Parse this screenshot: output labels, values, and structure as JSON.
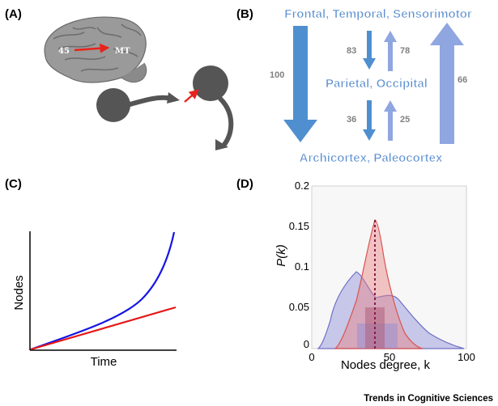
{
  "panels": {
    "a": {
      "label": "(A)",
      "brain_from": "45",
      "brain_to": "MT",
      "colors": {
        "node": "#555555",
        "arrow": "#e8231b",
        "cortex": "#9a9a9a"
      }
    },
    "b": {
      "label": "(B)",
      "top": "Frontal, Temporal, Sensorimotor",
      "middle": "Parietal, Occipital",
      "bottom": "Archicortex, Paleocortex",
      "n_top_bottom": "100",
      "n_top_mid": "83",
      "n_mid_top": "78",
      "n_bottom_top": "66",
      "n_mid_bottom": "36",
      "n_bottom_mid": "25",
      "colors": {
        "down": "#4f8fd0",
        "up": "#8fa6e0"
      }
    },
    "c": {
      "label": "(C)",
      "ylabel": "Nodes",
      "xlabel": "Time",
      "colors": {
        "curve": "#1515e6",
        "line": "#e61515"
      }
    },
    "d": {
      "label": "(D)",
      "xlabel": "Nodes degree, k",
      "ylabel": "P(k)",
      "yticks": [
        "0.2",
        "0.15",
        "0.1",
        "0.05",
        "0"
      ],
      "xticks": [
        "0",
        "50",
        "100"
      ],
      "colors": {
        "red": "#d9534f",
        "blue": "#6f6fc8",
        "median": "#8b1a4a"
      }
    }
  },
  "footer": "Trends in Cognitive Sciences"
}
